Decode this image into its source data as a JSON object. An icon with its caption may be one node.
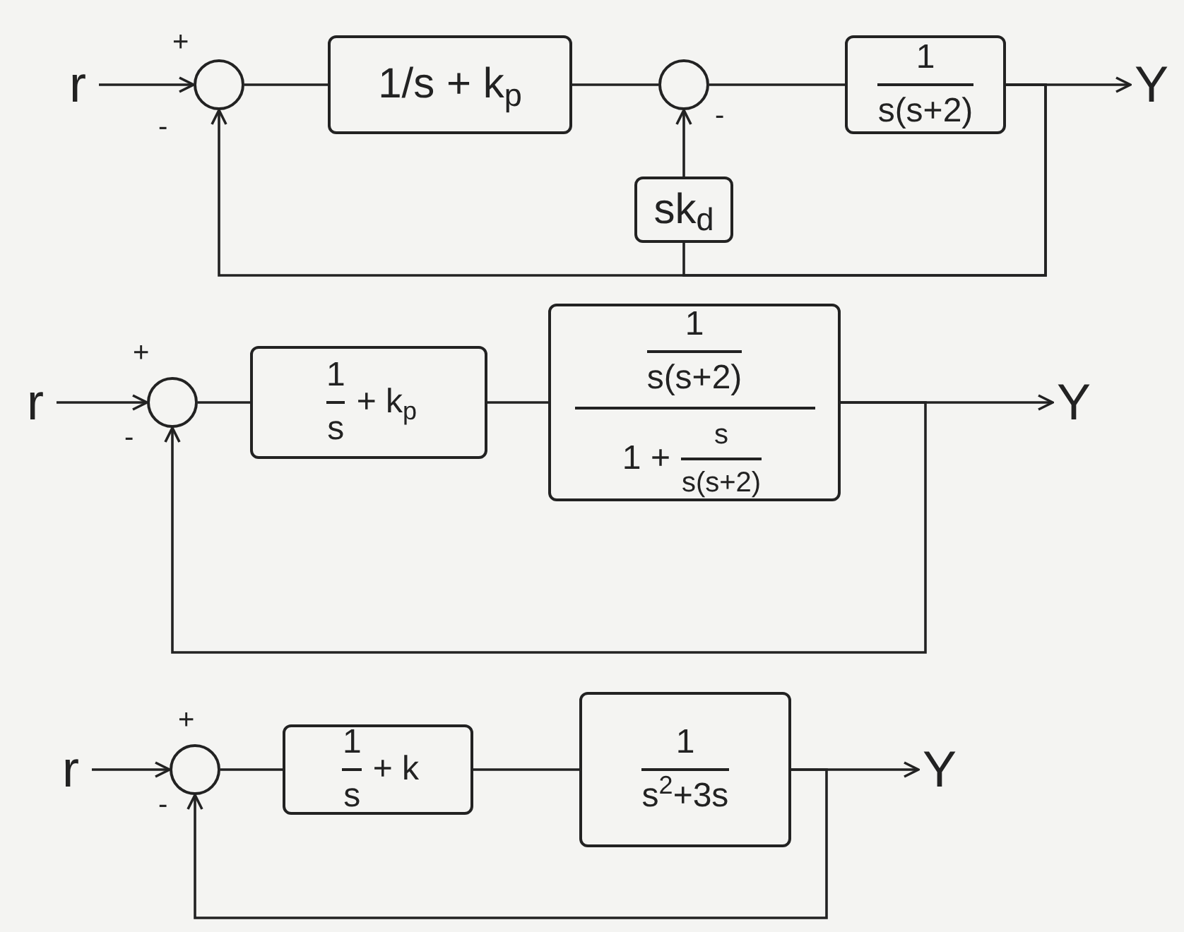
{
  "diagram": {
    "nodes": [
      {
        "text": [
          "r"
        ]
      },
      {
        "text": [],
        "shape": "circle"
      },
      {
        "text": [
          "1/s + k$_{p}$"
        ]
      },
      {
        "text": [],
        "shape": "circle"
      },
      {
        "text": [
          "1",
          "s(s+2)"
        ]
      },
      {
        "text": [
          "Y"
        ]
      },
      {
        "text": [
          "sk$_{d}$"
        ]
      },
      {
        "text": [
          "r"
        ]
      },
      {
        "text": [],
        "shape": "circle"
      },
      {
        "text": [
          "1",
          "s",
          "+ k$_{p}$"
        ]
      },
      {
        "text": [
          "1",
          "s(s+2)",
          "1 +",
          "s",
          "s(s+2)"
        ]
      },
      {
        "text": [
          "Y"
        ]
      },
      {
        "text": [
          "r"
        ]
      },
      {
        "text": [],
        "shape": "circle"
      },
      {
        "text": [
          "1",
          "s",
          "+ k"
        ]
      },
      {
        "text": [
          "1",
          "s$^{2}$+3s"
        ]
      },
      {
        "text": [
          "Y"
        ]
      }
    ],
    "edges": [
      {
        "from": 0,
        "to": 1,
        "arrow": "to"
      },
      {
        "from": 1,
        "to": 2,
        "arrow": "none"
      },
      {
        "from": 2,
        "to": 3,
        "arrow": "none"
      },
      {
        "from": 3,
        "to": 4,
        "arrow": "none"
      },
      {
        "from": 4,
        "to": 5,
        "arrow": "to"
      },
      {
        "from": 4,
        "to": 1,
        "arrow": "to"
      },
      {
        "from": 4,
        "to": 6,
        "arrow": "none"
      },
      {
        "from": 6,
        "to": 3,
        "arrow": "to"
      },
      {
        "from": 7,
        "to": 8,
        "arrow": "to"
      },
      {
        "from": 8,
        "to": 9,
        "arrow": "none"
      },
      {
        "from": 9,
        "to": 10,
        "arrow": "none"
      },
      {
        "from": 10,
        "to": 11,
        "arrow": "to"
      },
      {
        "from": 10,
        "to": 8,
        "arrow": "to"
      },
      {
        "from": 12,
        "to": 13,
        "arrow": "to"
      },
      {
        "from": 13,
        "to": 14,
        "arrow": "none"
      },
      {
        "from": 14,
        "to": 15,
        "arrow": "none"
      },
      {
        "from": 15,
        "to": 16,
        "arrow": "to"
      },
      {
        "from": 15,
        "to": 13,
        "arrow": "to"
      }
    ],
    "labels": [
      "+",
      "-",
      "-",
      "+",
      "-",
      "+",
      "-"
    ]
  }
}
